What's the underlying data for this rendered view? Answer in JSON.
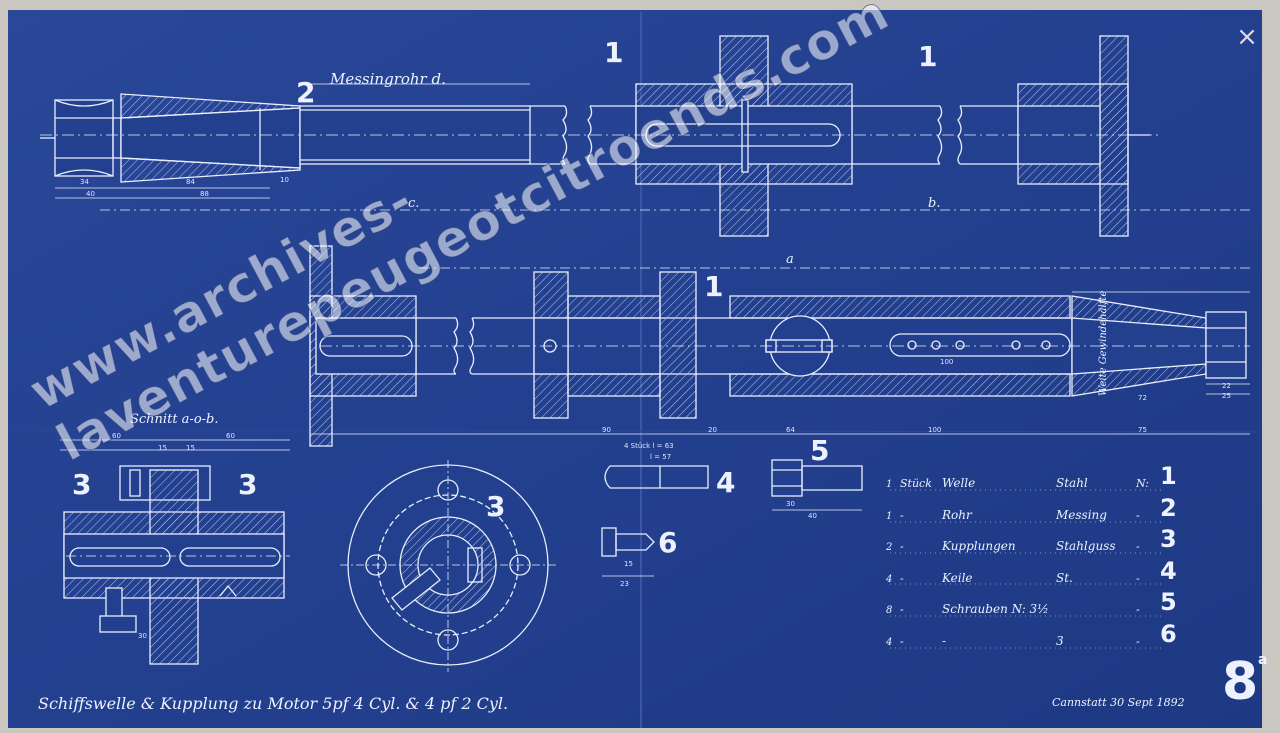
{
  "sheet": {
    "title": "Schiffswelle & Kupplung zu Motor 5pf 4 Cyl. & 4 pf 2 Cyl.",
    "place_date": "Cannstatt 30 Sept 1892",
    "sheet_number": "8",
    "sheet_suffix": "a",
    "section_label": "Schnitt a-o-b.",
    "brass_tube_label": "Messingrohr d.",
    "thread_label": "Weite Gewindehälfte"
  },
  "part_numbers": {
    "top_shaft_1a": "1",
    "top_shaft_1b": "1",
    "mid_shaft_1": "1",
    "tube_2": "2",
    "coupling_3_left": "3",
    "coupling_3_right": "3",
    "flange_3": "3",
    "key_4": "4",
    "screw_5": "5",
    "screw_6": "6"
  },
  "view_letters": {
    "c": "c.",
    "b": "b.",
    "a": "a"
  },
  "parts_list": [
    {
      "qty": "1",
      "unit": "Stück",
      "name": "Welle",
      "material": "Stahl",
      "no": "1",
      "pre": "N:"
    },
    {
      "qty": "1",
      "unit": "-",
      "name": "Rohr",
      "material": "Messing",
      "no": "2",
      "pre": "-"
    },
    {
      "qty": "2",
      "unit": "-",
      "name": "Kupplungen",
      "material": "Stahlguss",
      "no": "3",
      "pre": "-"
    },
    {
      "qty": "4",
      "unit": "-",
      "name": "Keile",
      "material": "St.",
      "no": "4",
      "pre": "-"
    },
    {
      "qty": "8",
      "unit": "-",
      "name": "Schrauben N: 3½",
      "material": "",
      "no": "5",
      "pre": "-"
    },
    {
      "qty": "4",
      "unit": "-",
      "name": "-",
      "material": "3",
      "no": "6",
      "pre": "-"
    }
  ],
  "dimensions": {
    "top_40": "40",
    "top_88": "88",
    "top_34": "34",
    "top_84": "84",
    "top_10": "10",
    "mid_90": "90",
    "mid_20": "20",
    "mid_64": "64",
    "mid_100": "100",
    "mid_75": "75",
    "mid_100b": "100",
    "mid_22": "22",
    "mid_25": "25",
    "mid_72": "72",
    "sec_60a": "60",
    "sec_60b": "60",
    "sec_15a": "15",
    "sec_15b": "15",
    "sec_30": "30",
    "k5_30": "30",
    "k5_40": "40",
    "k4_len": "4 Stück l = 63",
    "k4_len2": "l = 57",
    "s6_15": "15",
    "s6_23": "23"
  },
  "watermark": "www.archives-laventurepeugeotcitroends.com",
  "colors": {
    "paper": "#23408f",
    "paper_dark": "#1b3478",
    "line": "#e9eefc",
    "border": "#c9c7c0"
  },
  "icons": {
    "close": "close-icon"
  }
}
